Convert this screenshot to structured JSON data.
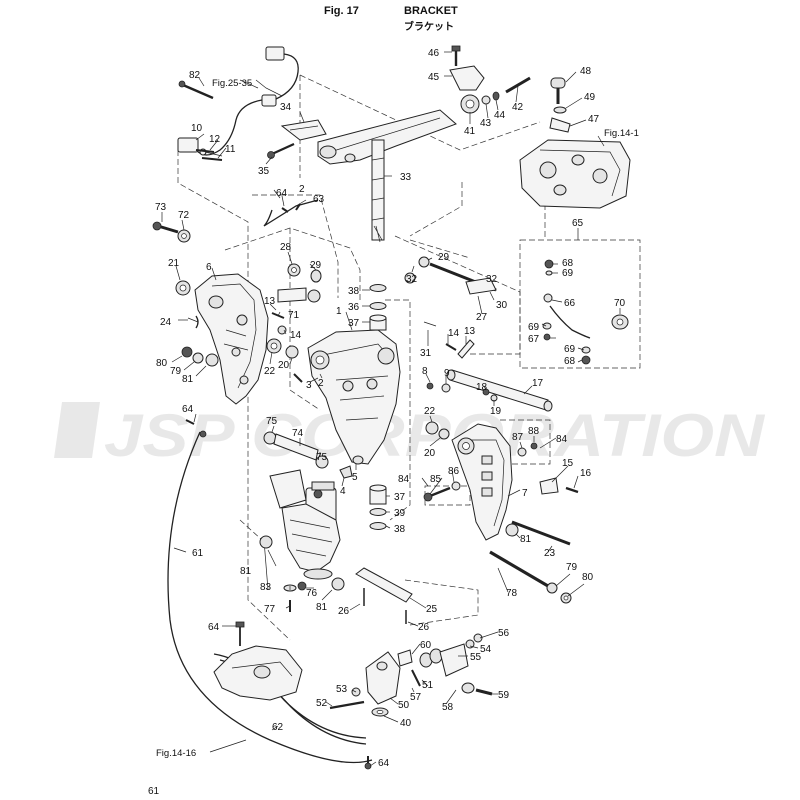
{
  "header": {
    "figure": "Fig. 17",
    "title": "BRACKET",
    "subtitle": "ブラケット"
  },
  "page_number": "61",
  "watermark": "JSP CORPORATION",
  "references": {
    "fig25": "Fig.25-35",
    "fig14_1": "Fig.14-1",
    "fig14_16": "Fig.14-16"
  },
  "callouts": [
    "82",
    "10",
    "12",
    "11",
    "34",
    "35",
    "33",
    "64",
    "2",
    "63",
    "73",
    "72",
    "28",
    "29",
    "21",
    "6",
    "13",
    "71",
    "24",
    "14",
    "80",
    "79",
    "81",
    "22",
    "20",
    "3",
    "2",
    "38",
    "36",
    "37",
    "1",
    "31",
    "14",
    "13",
    "8",
    "9",
    "32",
    "29",
    "30",
    "27",
    "32",
    "46",
    "45",
    "41",
    "43",
    "44",
    "42",
    "48",
    "49",
    "47",
    "65",
    "68",
    "69",
    "66",
    "70",
    "69",
    "67",
    "69",
    "68",
    "17",
    "18",
    "19",
    "87",
    "88",
    "84",
    "22",
    "20",
    "64",
    "75",
    "74",
    "75",
    "4",
    "5",
    "84",
    "85",
    "86",
    "7",
    "15",
    "16",
    "37",
    "39",
    "38",
    "81",
    "23",
    "61",
    "81",
    "83",
    "76",
    "77",
    "81",
    "26",
    "25",
    "26",
    "78",
    "79",
    "80",
    "64",
    "60",
    "56",
    "54",
    "55",
    "51",
    "59",
    "53",
    "52",
    "57",
    "50",
    "58",
    "40",
    "62",
    "64"
  ]
}
